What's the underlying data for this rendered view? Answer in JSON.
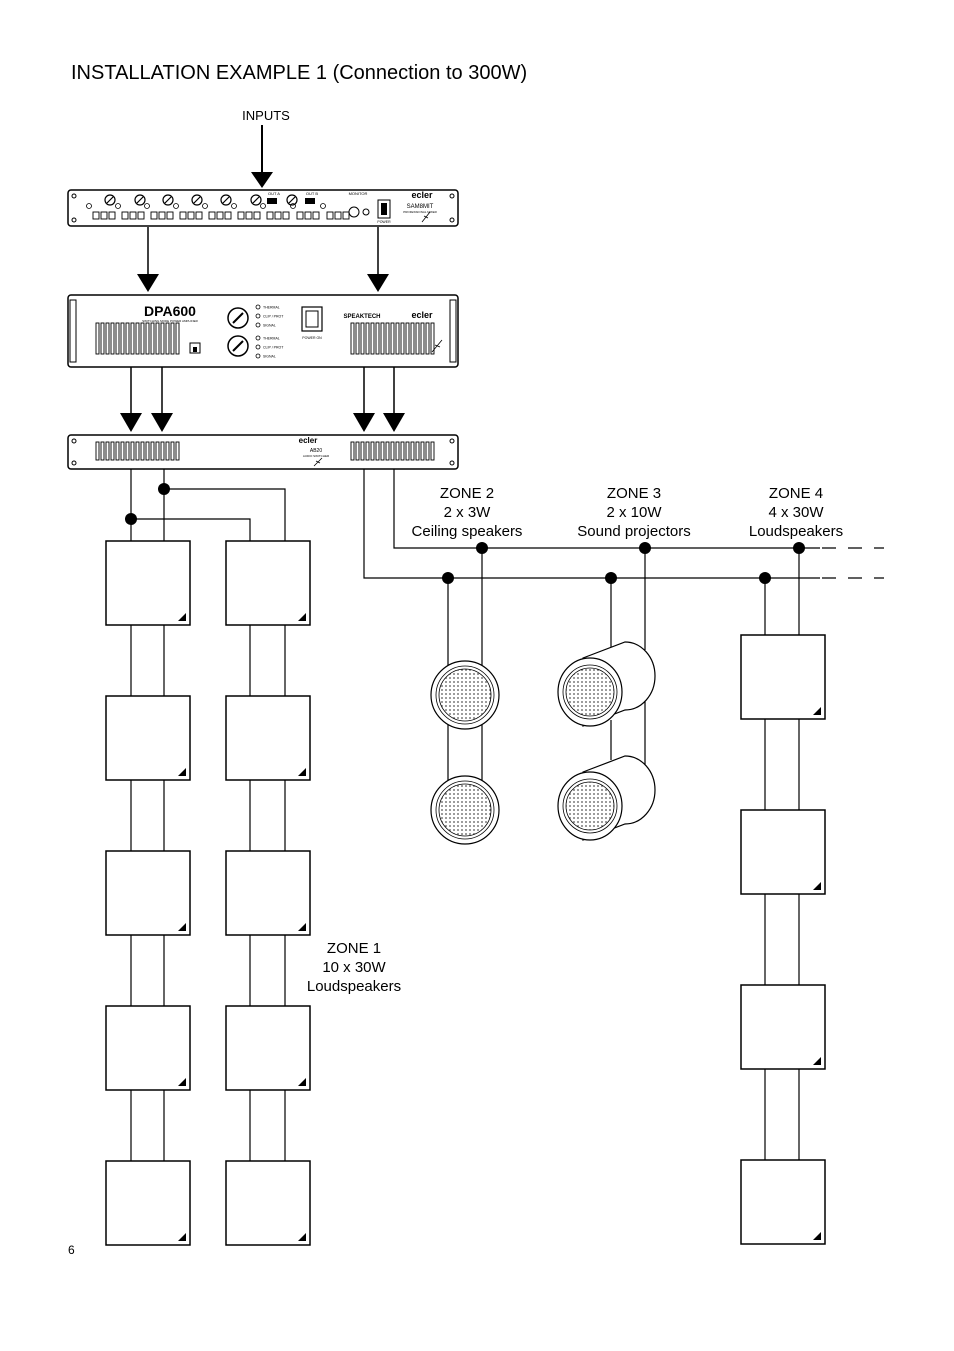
{
  "title": "INSTALLATION EXAMPLE 1 (Connection to 300W)",
  "page_number": "6",
  "inputs_label": "INPUTS",
  "mixer": {
    "brand": "ecler",
    "model": "SAM8MIT",
    "subtitle": "PROFESSIONAL MIXER",
    "out_a": "OUT A",
    "out_b": "OUT B",
    "monitor": "MONITOR",
    "power": "POWER"
  },
  "amplifier": {
    "model": "DPA600",
    "subtitle": "SWITCHING MODE POWER AMPLIFIER",
    "brand": "ecler",
    "series": "SPEAKTECH",
    "power": "POWER ON",
    "indicators": [
      "THERMAL",
      "CLIP / PROT",
      "SIGNAL",
      "THERMAL",
      "CLIP / PROT",
      "SIGNAL"
    ]
  },
  "attenuator": {
    "brand": "ecler",
    "model": "AB20",
    "subtitle": "AUDIO SWITCHER"
  },
  "zones": [
    {
      "name": "ZONE 1",
      "spec": "10 x 30W",
      "type": "Loudspeakers"
    },
    {
      "name": "ZONE 2",
      "spec": "2 x 3W",
      "type": "Ceiling speakers"
    },
    {
      "name": "ZONE 3",
      "spec": "2 x 10W",
      "type": "Sound projectors"
    },
    {
      "name": "ZONE 4",
      "spec": "4 x 30W",
      "type": "Loudspeakers"
    }
  ]
}
